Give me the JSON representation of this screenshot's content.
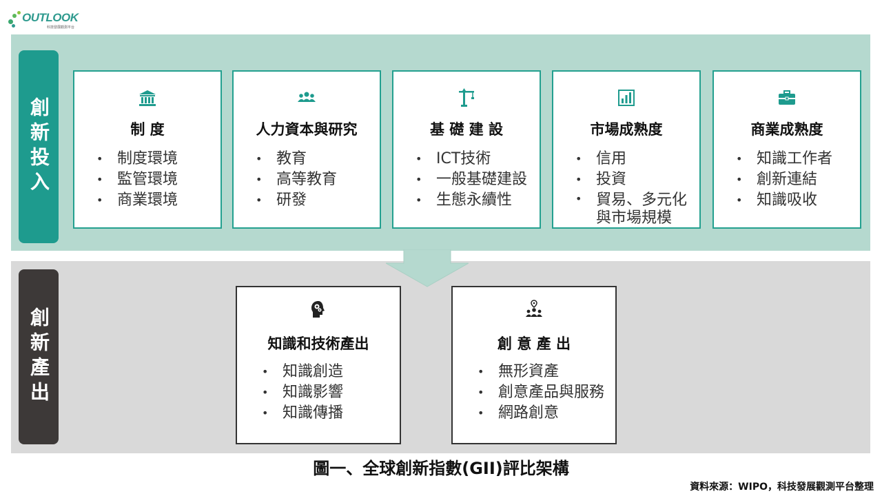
{
  "logo": {
    "word": "OUTLOOK",
    "subtitle": "科技發展觀測平台"
  },
  "input_band": {
    "label": "創新投入",
    "cards": [
      {
        "icon": "institution-icon",
        "title": "制 度",
        "items": [
          "制度環境",
          "監管環境",
          "商業環境"
        ]
      },
      {
        "icon": "people-group-icon",
        "title": "人力資本與研究",
        "items": [
          "教育",
          "高等教育",
          "研發"
        ]
      },
      {
        "icon": "crane-icon",
        "title": "基 礎 建 設",
        "items": [
          "ICT技術",
          "一般基礎建設",
          "生態永續性"
        ]
      },
      {
        "icon": "bar-chart-icon",
        "title": "市場成熟度",
        "items": [
          "信用",
          "投資",
          "貿易、多元化與市場規模"
        ]
      },
      {
        "icon": "briefcase-icon",
        "title": "商業成熟度",
        "items": [
          "知識工作者",
          "創新連結",
          "知識吸收"
        ]
      }
    ]
  },
  "output_band": {
    "label": "創新產出",
    "cards": [
      {
        "icon": "head-gears-icon",
        "title": "知識和技術產出",
        "items": [
          "知識創造",
          "知識影響",
          "知識傳播"
        ]
      },
      {
        "icon": "people-location-icon",
        "title": "創 意 產 出",
        "items": [
          "無形資產",
          "創意產品與服務",
          "網路創意"
        ]
      }
    ]
  },
  "caption": "圖一、全球創新指數(GII)評比架構",
  "source": "資料來源：WIPO，科技發展觀測平台整理",
  "colors": {
    "input_band_bg": "#b5d9cf",
    "input_accent": "#1e9b8e",
    "output_band_bg": "#d9d9d9",
    "output_accent": "#3d3938"
  }
}
